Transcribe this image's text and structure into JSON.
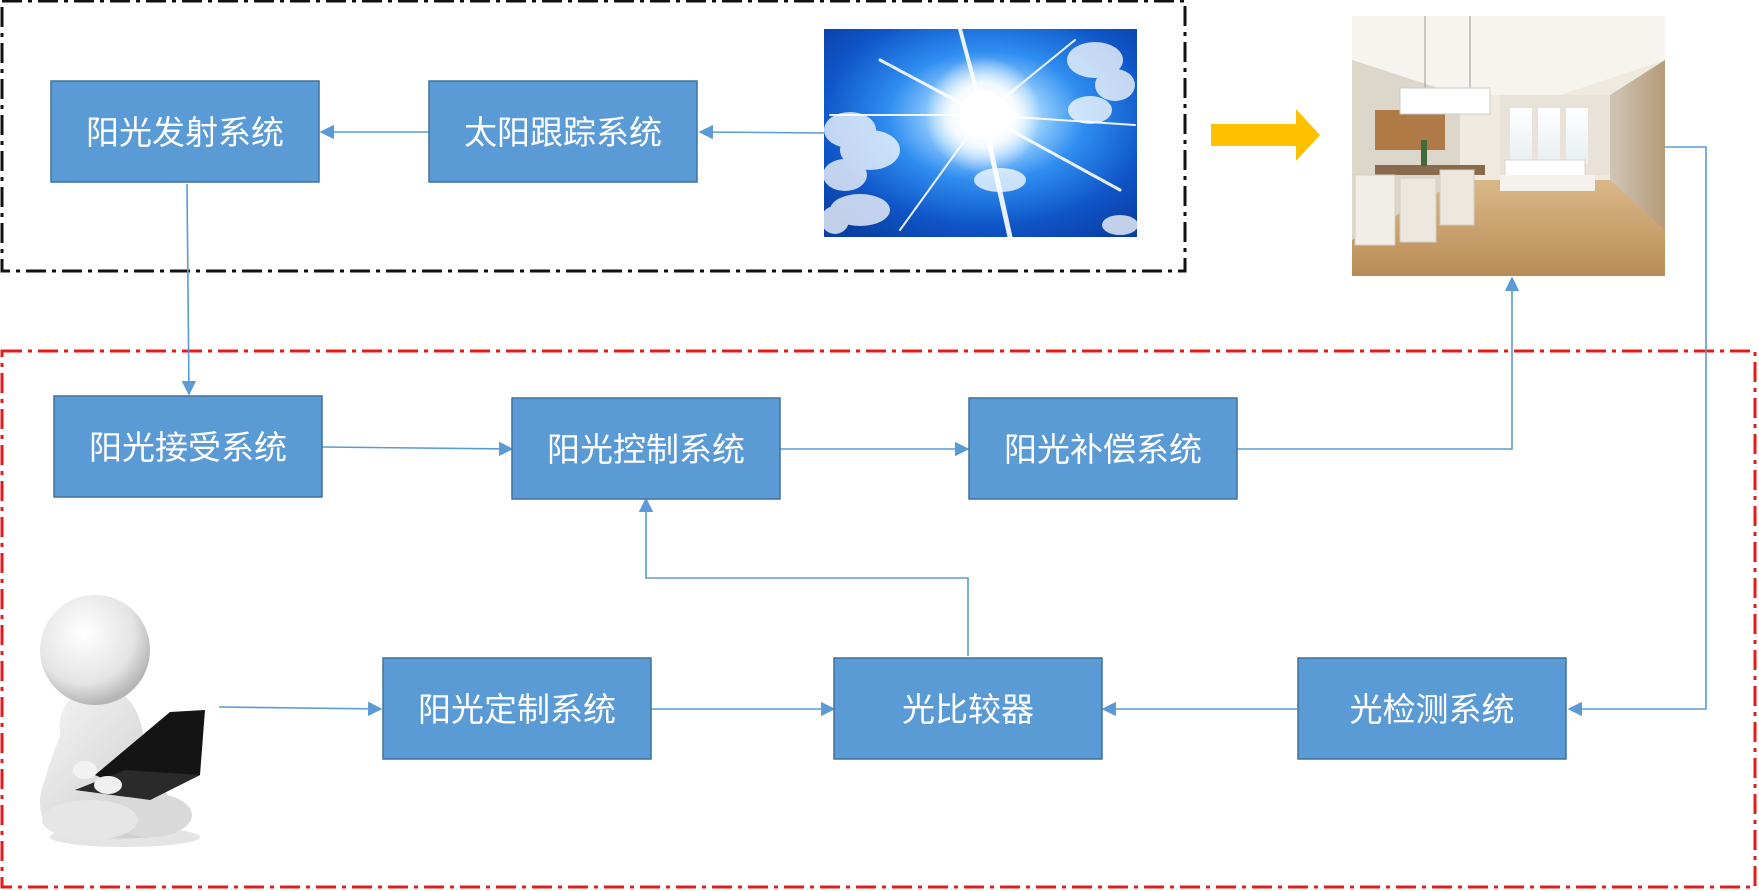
{
  "nodes": {
    "sunlight_emission": "阳光发射系统",
    "sun_tracking": "太阳跟踪系统",
    "sunlight_receiving": "阳光接受系统",
    "sunlight_control": "阳光控制系统",
    "sunlight_compensation": "阳光补偿系统",
    "sunlight_customization": "阳光定制系统",
    "light_comparator": "光比较器",
    "light_detection": "光检测系统"
  },
  "colors": {
    "box_fill": "#5b9bd5",
    "box_stroke": "#41719c",
    "connector": "#5b9bd5",
    "outer_region_border": "#111111",
    "indoor_region_border": "#e41b1b",
    "highlight_arrow": "#ffc000"
  },
  "images": {
    "sky": "sun-in-blue-sky-photo",
    "room": "sunlit-living-room-photo",
    "user": "person-with-laptop-figure"
  }
}
